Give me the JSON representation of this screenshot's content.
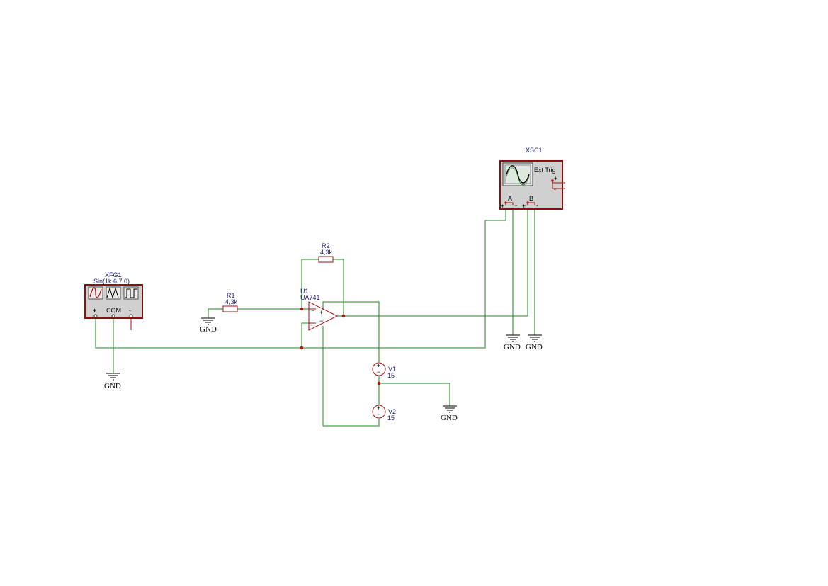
{
  "colors": {
    "wire": "#1f8a1f",
    "component": "#a01414",
    "label": "#1a1a7a",
    "instrument_bg": "#d0d0d0"
  },
  "function_generator": {
    "ref": "XFG1",
    "setting": "Sin(1k 6,7 0)",
    "terminal_plus": "+",
    "terminal_com": "COM",
    "terminal_minus": "-",
    "icons": [
      "sine-wave-icon",
      "triangle-wave-icon",
      "square-wave-icon"
    ]
  },
  "oscilloscope": {
    "ref": "XSC1",
    "ext_trig": "Ext Trig",
    "channel_a": "A",
    "channel_b": "B",
    "plus": "+",
    "minus": "-"
  },
  "r1": {
    "ref": "R1",
    "value": "4,3k"
  },
  "r2": {
    "ref": "R2",
    "value": "4,3k"
  },
  "opamp": {
    "ref": "U1",
    "part": "UA741",
    "inv": "−",
    "noninv": "+",
    "pos_rail": "+",
    "neg_rail": "−"
  },
  "v1": {
    "ref": "V1",
    "value": "15",
    "plus": "+",
    "minus": "−"
  },
  "v2": {
    "ref": "V2",
    "value": "15",
    "plus": "+",
    "minus": "−"
  },
  "ground_label": "GND"
}
